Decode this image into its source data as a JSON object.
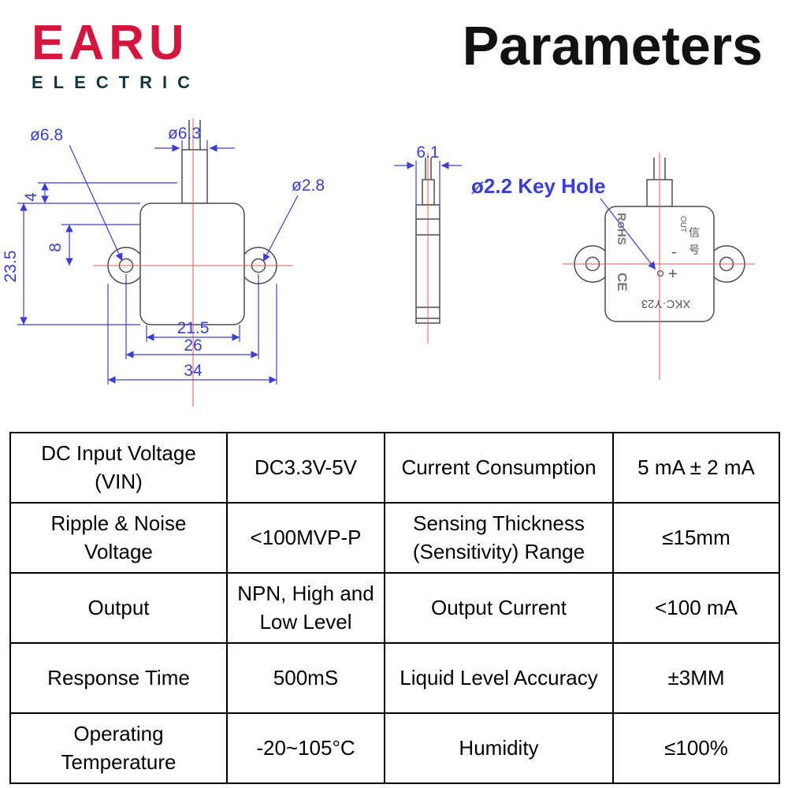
{
  "header": {
    "logo_text": "EARU",
    "logo_subtext": "ELECTRIC",
    "title": "Parameters"
  },
  "colors": {
    "brand_red": "#d4163f",
    "brand_teal": "#13343d",
    "dimension_blue": "#3a3fd4",
    "centerline_red": "#e05a52"
  },
  "drawings": {
    "front": {
      "dim_left_hole": "ø6.8",
      "dim_cable": "ø6.3",
      "dim_right_hole": "ø2.8",
      "dim_stem_offset": "4",
      "dim_body_height": "23.5",
      "dim_hole_offset": "8",
      "dim_inner_width": "21.5",
      "dim_hole_spacing": "26",
      "dim_overall_width": "34"
    },
    "side": {
      "dim_thickness": "6.1"
    },
    "back": {
      "key_hole_label": "ø2.2 Key Hole",
      "rohs": "RoHS",
      "ce": "CE",
      "model": "XKC·Y23",
      "out": "OUT",
      "minus": "-",
      "plus": "+",
      "cn_1": "信",
      "cn_2": "号"
    }
  },
  "table": {
    "rows": [
      [
        "DC Input Voltage (VIN)",
        "DC3.3V-5V",
        "Current Consumption",
        "5 mA ± 2 mA"
      ],
      [
        "Ripple & Noise Voltage",
        "<100MVP-P",
        "Sensing Thickness (Sensitivity) Range",
        "≤15mm"
      ],
      [
        "Output",
        "NPN, High and Low Level",
        "Output Current",
        "<100 mA"
      ],
      [
        "Response Time",
        "500mS",
        "Liquid Level Accuracy",
        "±3MM"
      ],
      [
        "Operating Temperature",
        "-20~105°C",
        "Humidity",
        "≤100%"
      ]
    ]
  }
}
